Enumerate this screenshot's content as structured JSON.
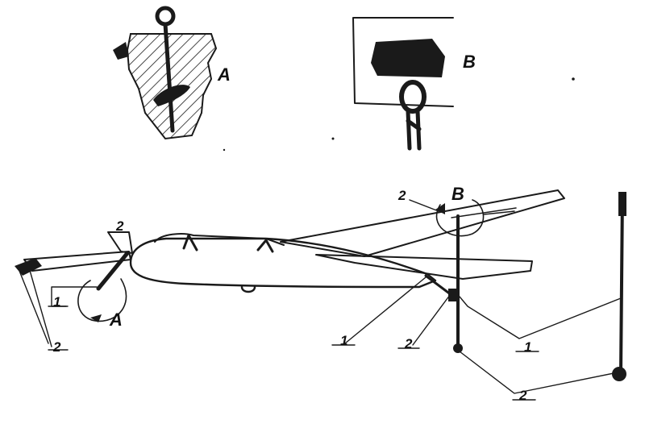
{
  "labels": {
    "detail_a": "A",
    "detail_b": "B",
    "callout_a": "A",
    "callout_b": "B",
    "n1_left": "1",
    "n2_left": "2",
    "n2_tail": "2",
    "n1_mid": "1",
    "n2_mid": "2",
    "n1_right": "1",
    "n2_right": "2",
    "n2_top": "2"
  },
  "colors": {
    "ink": "#1a1a1a",
    "background": "#ffffff"
  }
}
